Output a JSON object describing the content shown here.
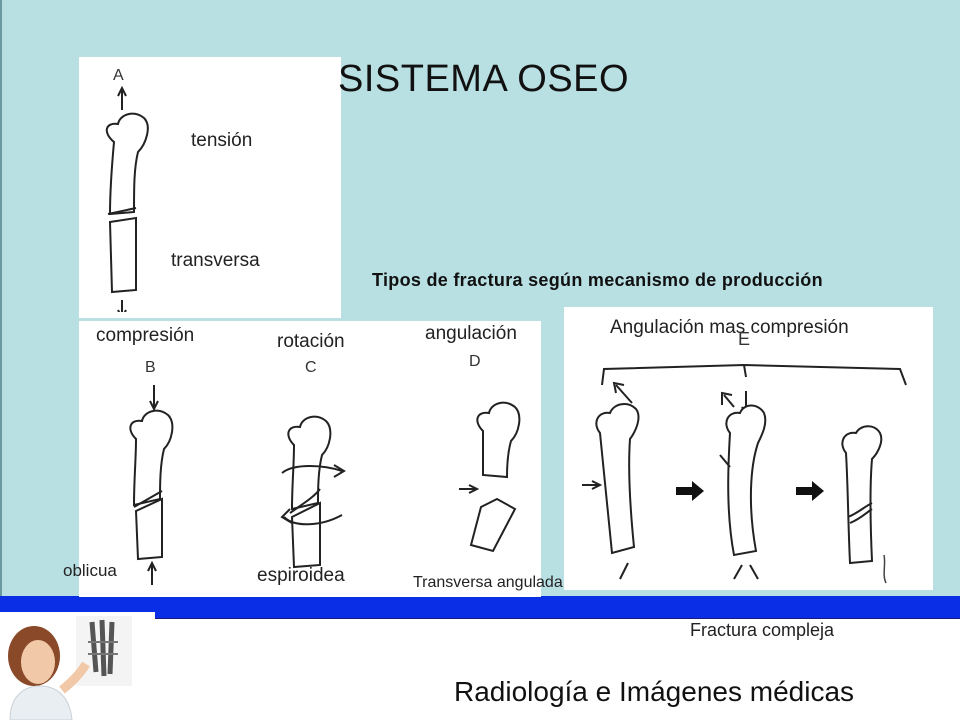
{
  "slide": {
    "title": "SISTEMA OSEO",
    "subtitle": "Tipos de fractura según mecanismo de producción",
    "footer": "Radiología e Imágenes médicas",
    "fractura_compleja": "Fractura compleja"
  },
  "panel_a": {
    "letter": "A",
    "label_mechanism": "tensión",
    "label_type": "transversa"
  },
  "panel_bcd": {
    "b": {
      "letter": "B",
      "mechanism": "compresión",
      "type": "oblicua"
    },
    "c": {
      "letter": "C",
      "mechanism": "rotación",
      "type": "espiroidea"
    },
    "d": {
      "letter": "D",
      "mechanism": "angulación",
      "type": "Transversa angulada"
    }
  },
  "panel_e": {
    "letter": "E",
    "mechanism": "Angulación mas compresión"
  },
  "colors": {
    "slide_background": "#b8dfe2",
    "band": "#0a2ee6"
  }
}
